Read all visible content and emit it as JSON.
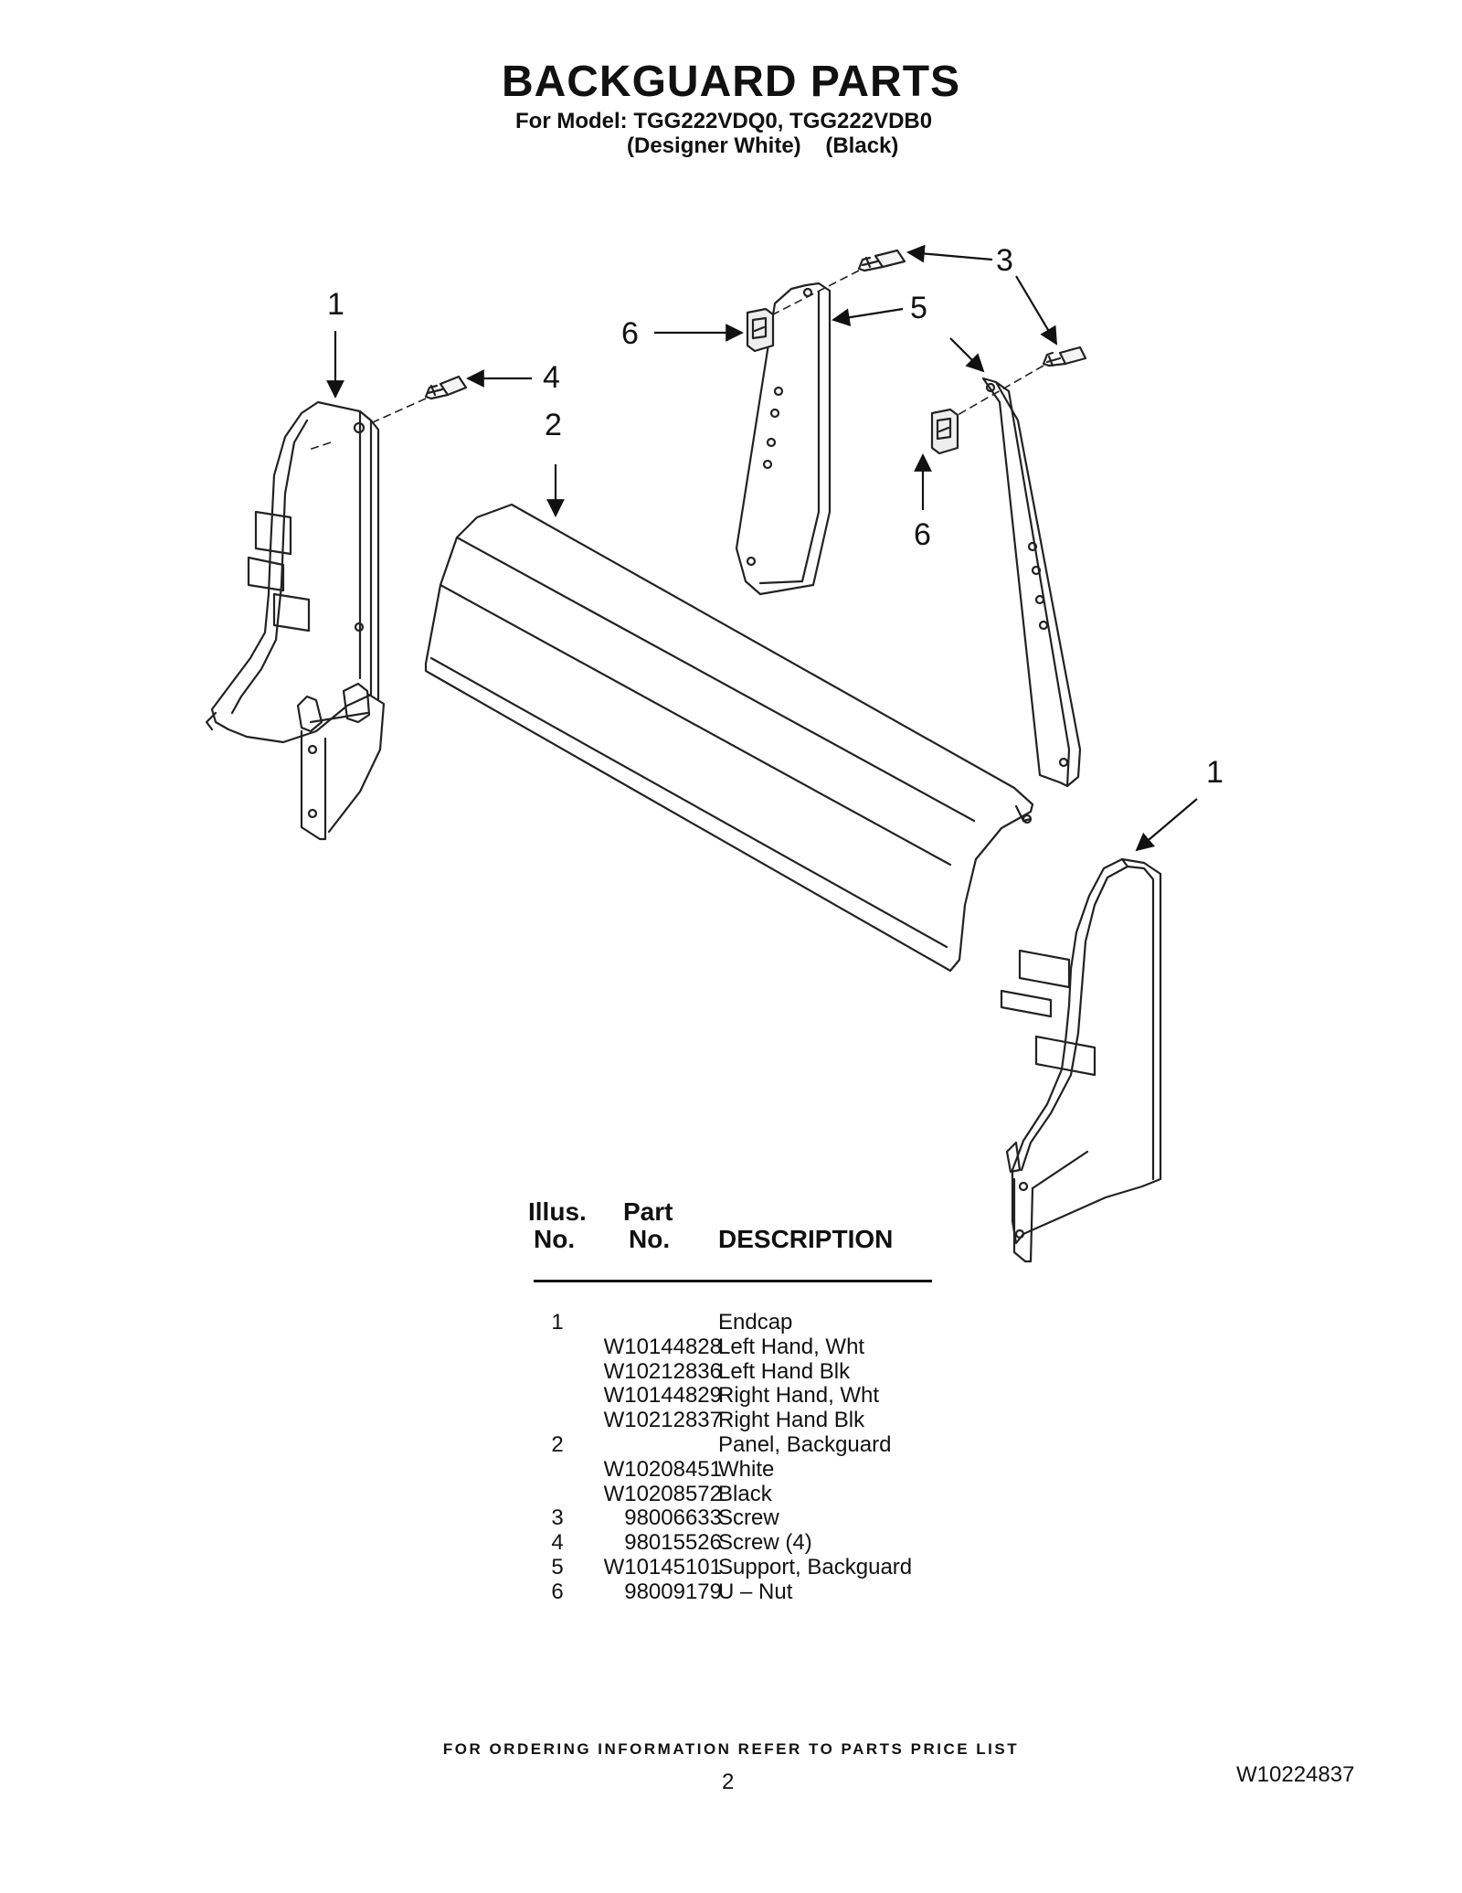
{
  "header": {
    "title": "BACKGUARD PARTS",
    "model_line": "For Model: TGG222VDQ0, TGG222VDB0",
    "color_line": "(Designer White)    (Black)"
  },
  "callouts": {
    "c1_left": "1",
    "c4": "4",
    "c2": "2",
    "c6_top": "6",
    "c3": "3",
    "c5": "5",
    "c6_bottom": "6",
    "c1_right": "1"
  },
  "table": {
    "headers": {
      "illus_1": "Illus.",
      "illus_2": "No.",
      "part_1": "Part",
      "part_2": "No.",
      "description": "DESCRIPTION"
    },
    "rows": [
      {
        "illus": "1",
        "part": "",
        "desc": "Endcap"
      },
      {
        "illus": "",
        "part": "W10144828",
        "desc": "Left Hand, Wht"
      },
      {
        "illus": "",
        "part": "W10212836",
        "desc": "Left Hand Blk"
      },
      {
        "illus": "",
        "part": "W10144829",
        "desc": "Right Hand, Wht"
      },
      {
        "illus": "",
        "part": "W10212837",
        "desc": "Right Hand Blk"
      },
      {
        "illus": "2",
        "part": "",
        "desc": "Panel, Backguard"
      },
      {
        "illus": "",
        "part": "W10208451",
        "desc": "White"
      },
      {
        "illus": "",
        "part": "W10208572",
        "desc": "Black"
      },
      {
        "illus": "3",
        "part": "98006633",
        "desc": "Screw"
      },
      {
        "illus": "4",
        "part": "98015526",
        "desc": "Screw (4)"
      },
      {
        "illus": "5",
        "part": "W10145101",
        "desc": "Support, Backguard"
      },
      {
        "illus": "6",
        "part": "98009179",
        "desc": "U – Nut"
      }
    ]
  },
  "footer": {
    "ordering_note": "FOR ORDERING INFORMATION REFER TO PARTS PRICE LIST",
    "page_number": "2",
    "document_number": "W10224837"
  }
}
